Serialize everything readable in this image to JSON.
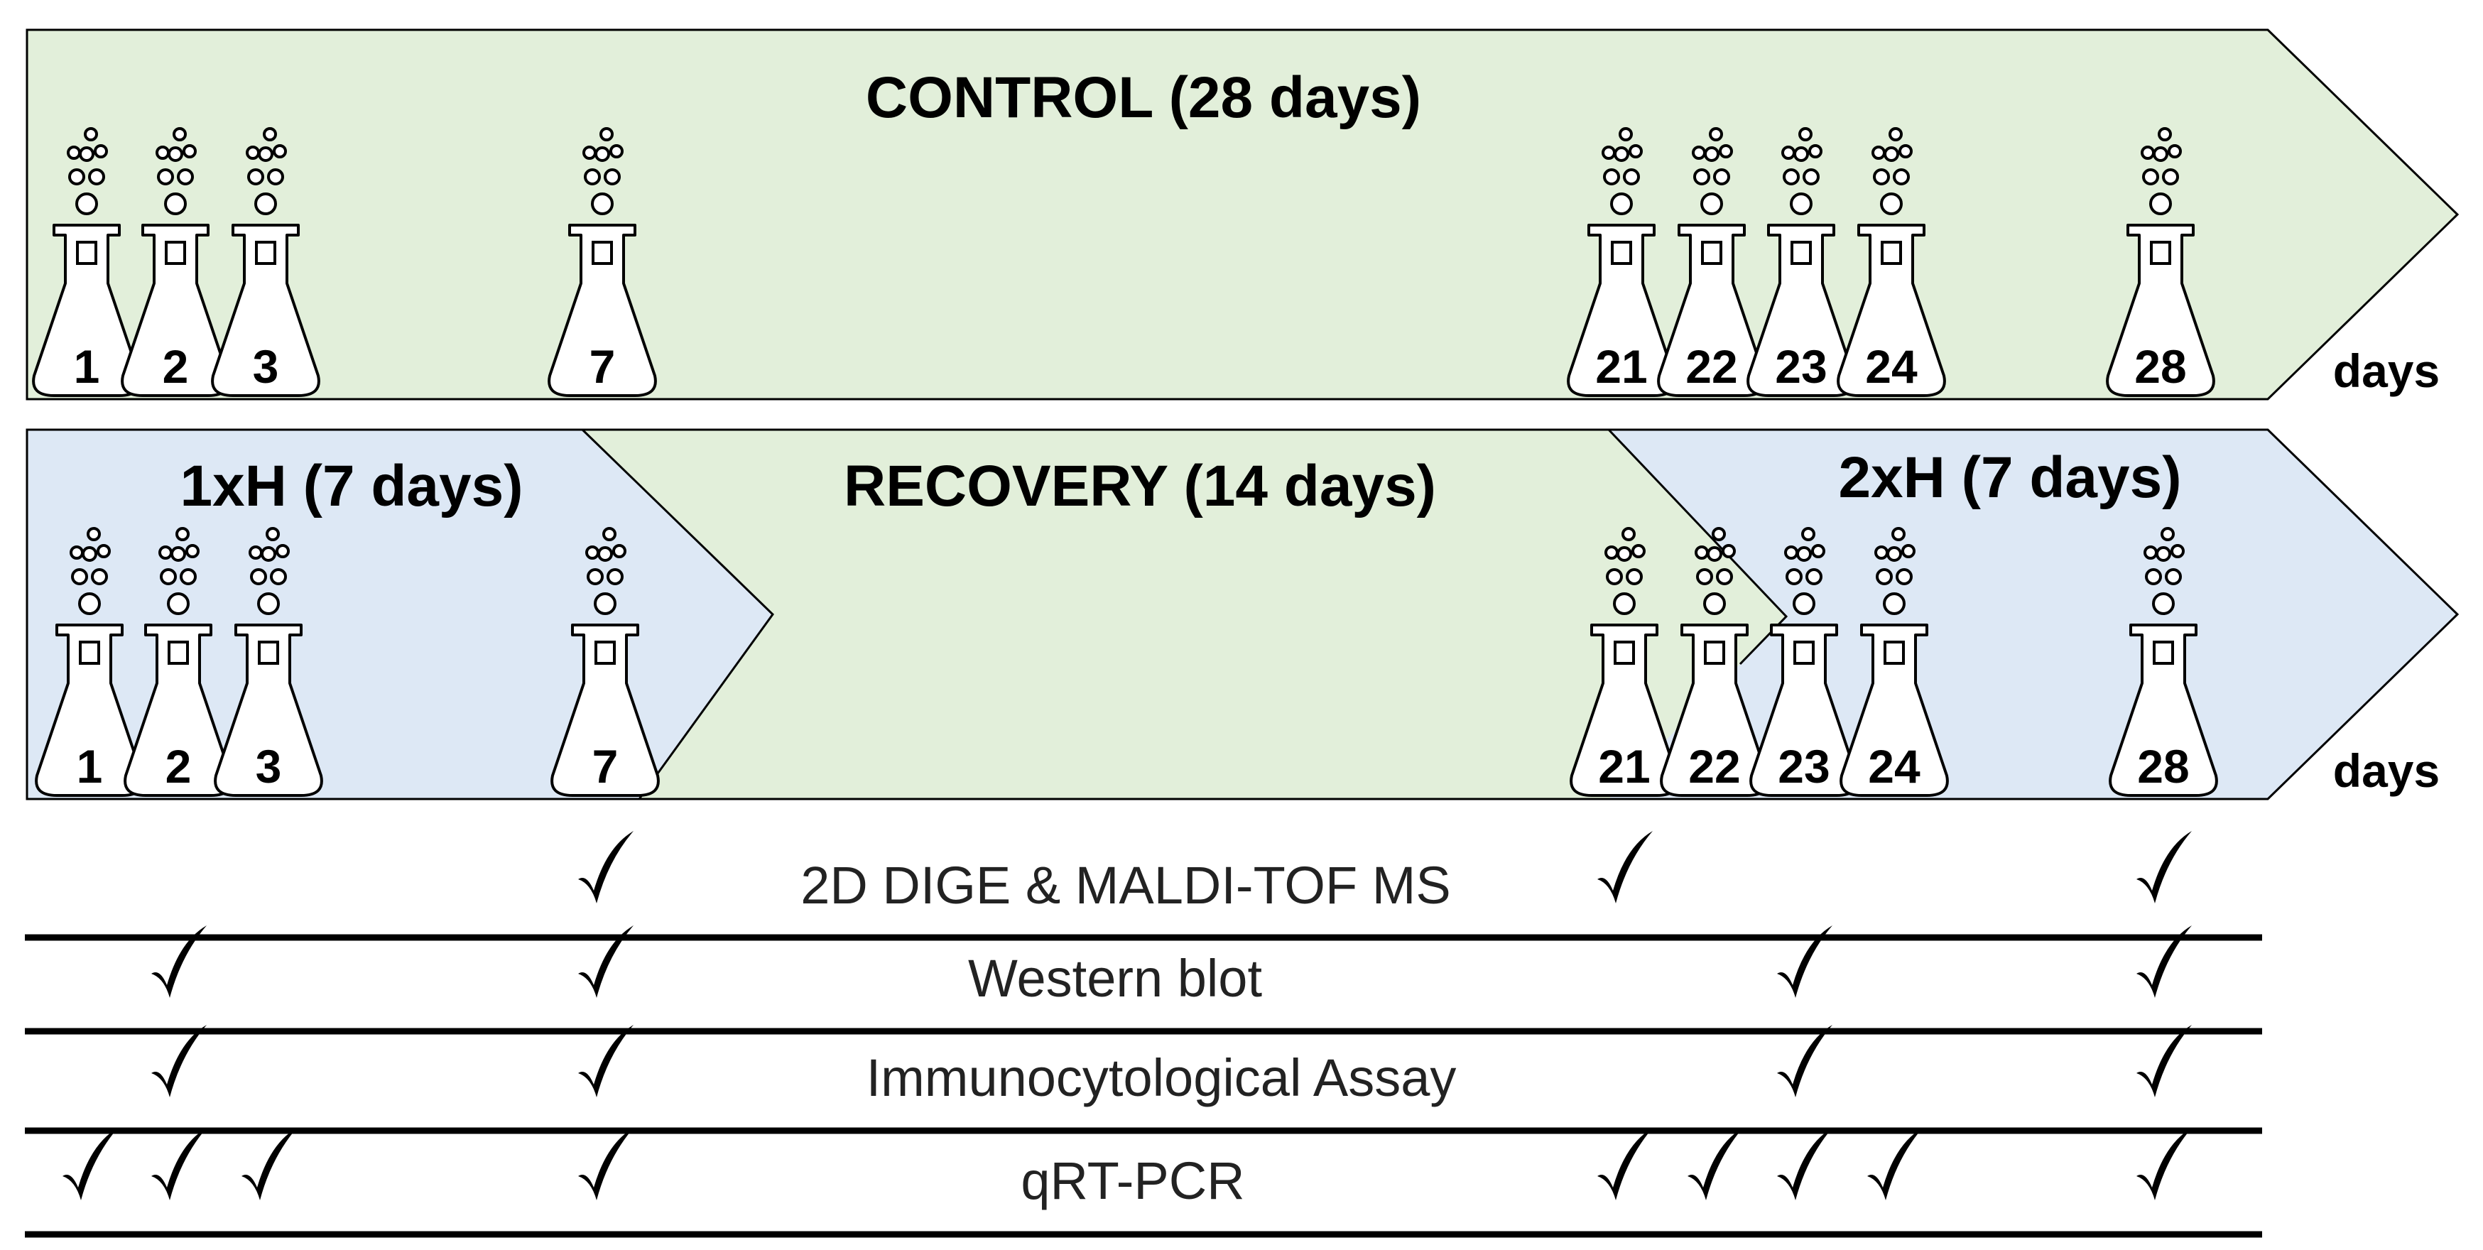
{
  "colors": {
    "green": "#e2efda",
    "blue": "#dde8f5",
    "outline": "#000000"
  },
  "timeline_control": {
    "title": "CONTROL (28 days)",
    "days_label": "days",
    "flask_days": [
      "1",
      "2",
      "3",
      "7",
      "21",
      "22",
      "23",
      "24",
      "28"
    ]
  },
  "timeline_treatment": {
    "phase_1": "1xH (7 days)",
    "phase_2": "RECOVERY (14 days)",
    "phase_3": "2xH (7 days)",
    "days_label": "days",
    "flask_days": [
      "1",
      "2",
      "3",
      "7",
      "21",
      "22",
      "23",
      "24",
      "28"
    ]
  },
  "methods": [
    {
      "label": "2D DIGE & MALDI-TOF MS",
      "checked_days": [
        "7",
        "21",
        "28"
      ]
    },
    {
      "label": "Western blot",
      "checked_days": [
        "2",
        "7",
        "23",
        "28"
      ]
    },
    {
      "label": "Immunocytological Assay",
      "checked_days": [
        "2",
        "7",
        "23",
        "28"
      ]
    },
    {
      "label": "qRT-PCR",
      "checked_days": [
        "1",
        "2",
        "3",
        "7",
        "21",
        "22",
        "23",
        "24",
        "28"
      ]
    }
  ]
}
